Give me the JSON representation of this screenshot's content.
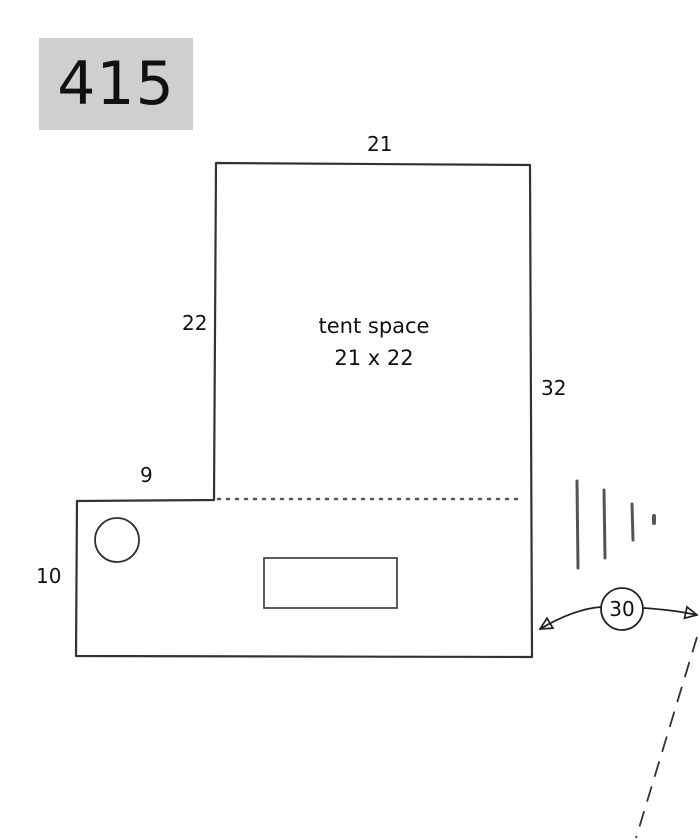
{
  "site": {
    "number": "415"
  },
  "dimensions": {
    "top": "21",
    "left_upper": "22",
    "right": "32",
    "step": "9",
    "left_lower": "10"
  },
  "tent_space": {
    "title": "tent space",
    "size": "21 x 22"
  },
  "angle_indicator": {
    "value": "30"
  }
}
